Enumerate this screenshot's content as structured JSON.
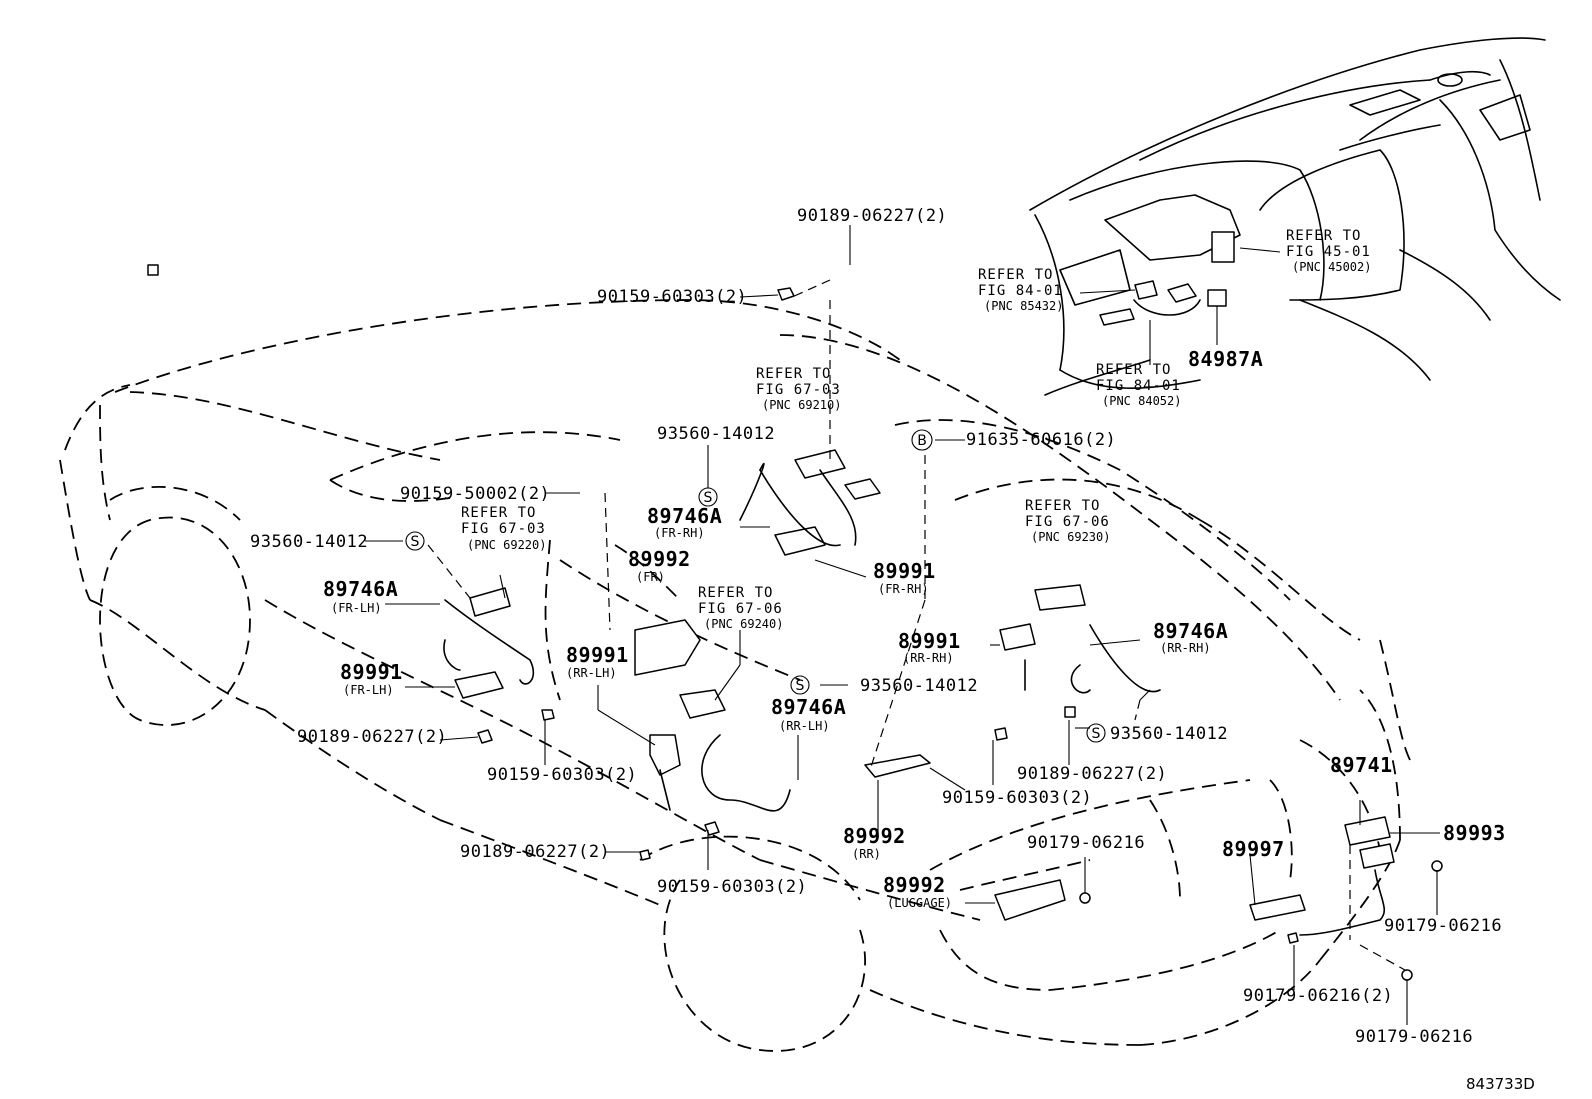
{
  "diagram_id": "843733D",
  "symbol_s": "S",
  "symbol_b": "B",
  "refs": {
    "r67_03_rh": {
      "l1": "REFER TO",
      "l2": "FIG 67-03",
      "l3": "(PNC 69210)"
    },
    "r67_03_lh": {
      "l1": "REFER TO",
      "l2": "FIG 67-03",
      "l3": "(PNC 69220)"
    },
    "r67_06_rr_rh": {
      "l1": "REFER TO",
      "l2": "FIG 67-06",
      "l3": "(PNC 69230)"
    },
    "r67_06_rr_lh": {
      "l1": "REFER TO",
      "l2": "FIG 67-06",
      "l3": "(PNC 69240)"
    },
    "r84_01_a": {
      "l1": "REFER TO",
      "l2": "FIG 84-01",
      "l3": "(PNC 85432)"
    },
    "r84_01_b": {
      "l1": "REFER TO",
      "l2": "FIG 84-01",
      "l3": "(PNC 84052)"
    },
    "r45_01": {
      "l1": "REFER TO",
      "l2": "FIG 45-01",
      "l3": "(PNC 45002)"
    }
  },
  "parts": {
    "p84987A": "84987A",
    "p90189_top": "90189-06227(2)",
    "p90159_top": "90159-60303(2)",
    "p93560_fr_rh": "93560-14012",
    "p91635": "91635-60616(2)",
    "p90159_50002": "90159-50002(2)",
    "p93560_fr_lh": "93560-14012",
    "p89746A_fr_rh": {
      "num": "89746A",
      "pos": "(FR-RH)"
    },
    "p89746A_fr_lh": {
      "num": "89746A",
      "pos": "(FR-LH)"
    },
    "p89992_fr": {
      "num": "89992",
      "pos": "(FR)"
    },
    "p89991_fr_rh": {
      "num": "89991",
      "pos": "(FR-RH)"
    },
    "p89991_fr_lh": {
      "num": "89991",
      "pos": "(FR-LH)"
    },
    "p89991_rr_lh": {
      "num": "89991",
      "pos": "(RR-LH)"
    },
    "p89991_rr_rh": {
      "num": "89991",
      "pos": "(RR-RH)"
    },
    "p89746A_rr_rh": {
      "num": "89746A",
      "pos": "(RR-RH)"
    },
    "p89746A_rr_lh": {
      "num": "89746A",
      "pos": "(RR-LH)"
    },
    "p93560_mid": "93560-14012",
    "p93560_rr": "93560-14012",
    "p90189_lh": "90189-06227(2)",
    "p90159_lh": "90159-60303(2)",
    "p90189_rh": "90189-06227(2)",
    "p90159_rh": "90159-60303(2)",
    "p90189_low": "90189-06227(2)",
    "p90159_low": "90159-60303(2)",
    "p89992_rr": {
      "num": "89992",
      "pos": "(RR)"
    },
    "p90179_top": "90179-06216",
    "p89992_lug": {
      "num": "89992",
      "pos": "(LUGGAGE)"
    },
    "p89997": "89997",
    "p89741": "89741",
    "p89993": "89993",
    "p90179_right": "90179-06216",
    "p90179_2": "90179-06216(2)",
    "p90179_bottom": "90179-06216"
  }
}
